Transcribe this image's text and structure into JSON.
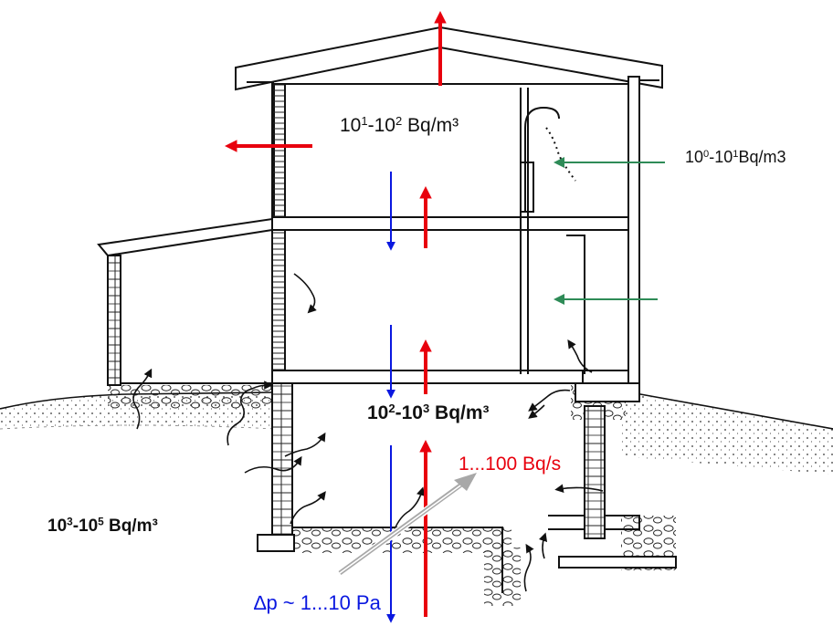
{
  "labels": {
    "upper_floor": {
      "pre": "10",
      "e1": "1",
      "mid": "-10",
      "e2": "2",
      "unit": " Bq/m³"
    },
    "outdoor_air": {
      "pre": "10",
      "e1": "0",
      "mid": "-10",
      "e2": "1",
      "unit": "Bq/m3"
    },
    "basement": {
      "pre": "10",
      "e1": "2",
      "mid": "-10",
      "e2": "3",
      "unit": " Bq/m³"
    },
    "soil_gas": {
      "pre": "10",
      "e1": "3",
      "mid": "-10",
      "e2": "5",
      "unit": " Bq/m³"
    },
    "entry_rate": "1...100 Bq/s",
    "pressure": "∆p ~ 1...10 Pa"
  },
  "colors": {
    "outflow": "#e8000d",
    "inflow": "#0a18e0",
    "outdoor": "#2e8b57",
    "entry": "#a8a8a8",
    "line": "#111111"
  }
}
